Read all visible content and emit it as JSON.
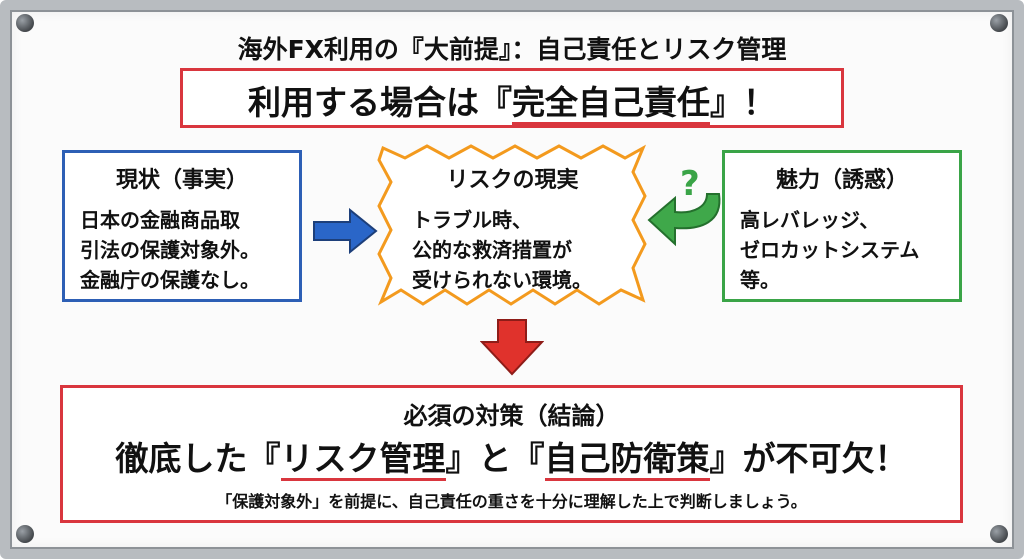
{
  "header": {
    "title": "海外FX利用の『大前提』：自己責任とリスク管理",
    "banner": {
      "before": "利用する場合は『",
      "highlight": "完全自己責任",
      "after": "』！"
    }
  },
  "left_box": {
    "title": "現状（事実）",
    "lines": [
      "日本の金融商品取",
      "引法の保護対象外。",
      "金融庁の保護なし。"
    ]
  },
  "center_box": {
    "title": "リスクの現実",
    "lines": [
      "トラブル時、",
      "公的な救済措置が",
      "受けられない環境。"
    ]
  },
  "right_box": {
    "title": "魅力（誘惑）",
    "lines": [
      "高レバレッジ、",
      "ゼロカットシステム",
      "等。"
    ]
  },
  "question_mark": "?",
  "conclusion": {
    "title": "必須の対策（結論）",
    "main": {
      "p1": "徹底した『",
      "h1": "リスク管理",
      "p2": "』と『",
      "h2": "自己防衛策",
      "p3": "』が不可欠！"
    },
    "note": "「保護対象外」を前提に、自己責任の重さを十分に理解した上で判断しましょう。"
  },
  "colors": {
    "red": "#d9363e",
    "blue": "#2d5fb5",
    "green": "#3aa447",
    "orange": "#f39a1e",
    "arrow_blue": "#2a66c8",
    "arrow_green": "#3fa84a",
    "arrow_red": "#e0322c"
  }
}
